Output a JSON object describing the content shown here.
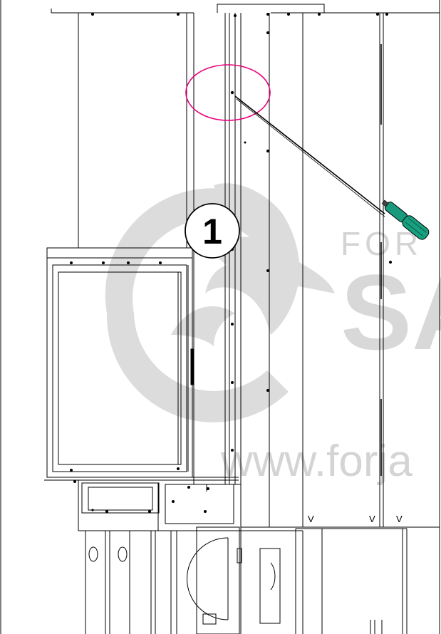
{
  "diagram": {
    "step_number": "1",
    "watermark": {
      "brand_partial_top": "FOR",
      "brand_partial_big": "SA",
      "url_partial": "www.forja"
    },
    "channel_marks": [
      "V",
      "V",
      "V"
    ],
    "colors": {
      "line": "#000000",
      "highlight_ring": "#e8007a",
      "screwdriver_handle": "#1a9a7c",
      "screwdriver_handle_dark": "#0c5a48",
      "watermark": "#d2d2d2"
    }
  }
}
